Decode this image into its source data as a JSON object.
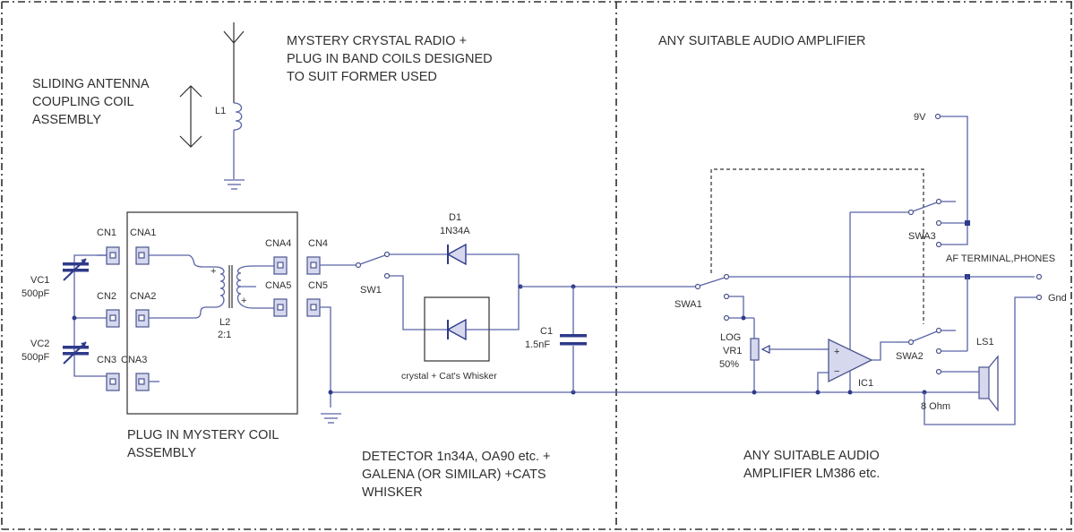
{
  "notes": {
    "antenna_assembly": [
      "SLIDING ANTENNA",
      "COUPLING  COIL",
      "ASSEMBLY"
    ],
    "title": [
      "MYSTERY CRYSTAL RADIO +",
      "PLUG IN BAND COILS DESIGNED",
      "TO SUIT FORMER USED"
    ],
    "amp_title": "ANY SUITABLE AUDIO AMPLIFIER",
    "coil_assembly": [
      "PLUG IN MYSTERY COIL",
      "ASSEMBLY"
    ],
    "detector": [
      "DETECTOR 1n34A, OA90 etc. +",
      "GALENA (OR SIMILAR) +CATS",
      "WHISKER"
    ],
    "amp_note": [
      "ANY SUITABLE AUDIO",
      "AMPLIFIER LM386 etc."
    ]
  },
  "components": {
    "L1": {
      "ref": "L1"
    },
    "L2": {
      "ref": "L2",
      "value": "2:1"
    },
    "VC1": {
      "ref": "VC1",
      "value": "500pF"
    },
    "VC2": {
      "ref": "VC2",
      "value": "500pF"
    },
    "CN1": "CN1",
    "CN2": "CN2",
    "CN3": "CN3",
    "CNA1": "CNA1",
    "CNA2": "CNA2",
    "CNA3": "CNA3",
    "CNA4": "CNA4",
    "CNA5": "CNA5",
    "CN4": "CN4",
    "CN5": "CN5",
    "SW1": "SW1",
    "D1": {
      "ref": "D1",
      "value": "1N34A"
    },
    "crystal": "crystal + Cat's Whisker",
    "C1": {
      "ref": "C1",
      "value": "1.5nF"
    },
    "SWA1": "SWA1",
    "SWA2": "SWA2",
    "SWA3": "SWA3",
    "VR1": {
      "type": "LOG",
      "ref": "VR1",
      "value": "50%"
    },
    "IC1": {
      "ref": "IC1",
      "plus": "+",
      "minus": "−"
    },
    "LS1": {
      "ref": "LS1",
      "value": "8 Ohm"
    },
    "supply": "9V",
    "af_terminal": "AF TERMINAL,PHONES",
    "gnd": "Gnd",
    "plus": "+"
  }
}
